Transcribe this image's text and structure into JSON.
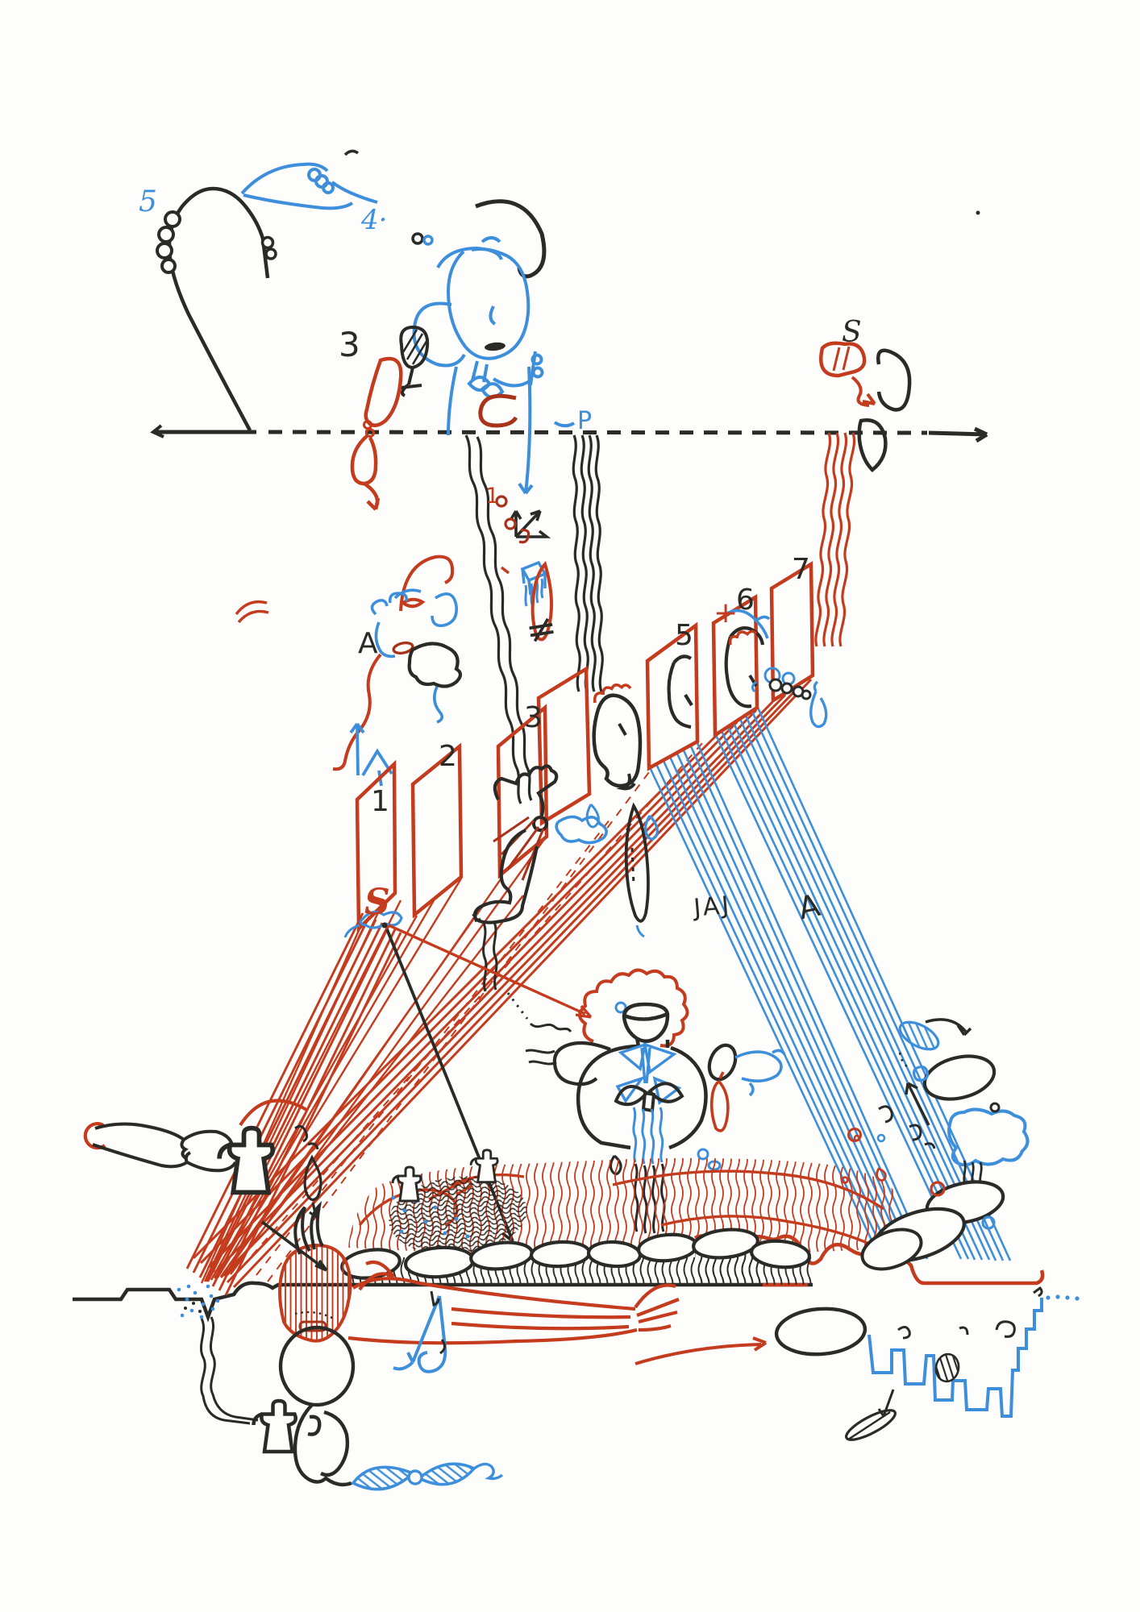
{
  "artwork": {
    "medium": "hand-drawn surrealist felt-pen drawing in black, red and blue ink on white paper",
    "palette": {
      "paper": "#fdfdfb",
      "black": "#2a2a26",
      "red": "#c43b1e",
      "dark_red": "#a8321a",
      "blue": "#3e8fdb"
    },
    "labels": {
      "top_left_5": "5",
      "top_4": "4·",
      "glass_3": "3",
      "top_right_s": "S",
      "p_mark": "P",
      "vector_1": "1",
      "left_a": "A",
      "not_equal": "≠",
      "panel_1": "1",
      "panel_2": "2",
      "panel_3": "3",
      "panel_5": "5",
      "panel_plus": "+",
      "panel_6": "6",
      "panel_7": "7",
      "ray_s": "S",
      "rays_jaj": "JAJ",
      "rays_a": "A"
    }
  }
}
